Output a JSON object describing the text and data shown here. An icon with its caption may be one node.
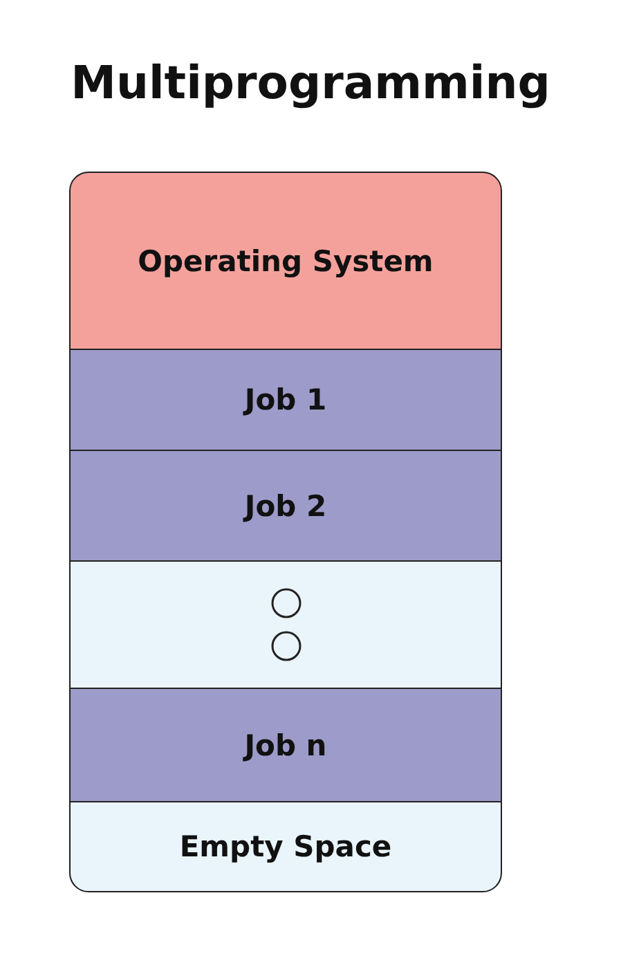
{
  "diagram": {
    "title": "Multiprogramming",
    "nodes": [
      {
        "text": [
          "Operating System"
        ]
      },
      {
        "text": [
          "Job 1"
        ]
      },
      {
        "text": [
          "Job 2"
        ]
      },
      {
        "text": [],
        "shape": "box"
      },
      {
        "text": [
          "Job n"
        ]
      },
      {
        "text": [
          "Empty Space"
        ]
      }
    ]
  }
}
